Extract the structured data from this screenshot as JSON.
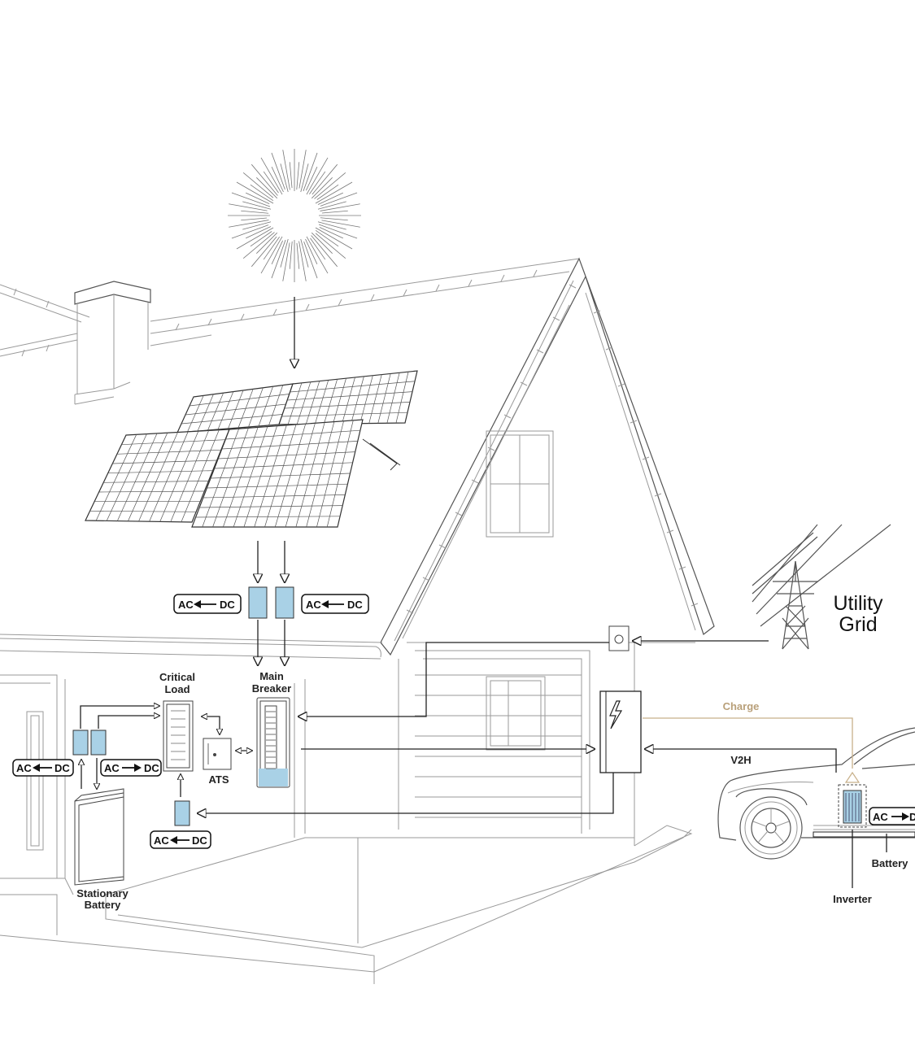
{
  "labels": {
    "utility_grid_line1": "Utility",
    "utility_grid_line2": "Grid",
    "critical_load_line1": "Critical",
    "critical_load_line2": "Load",
    "main_breaker_line1": "Main",
    "main_breaker_line2": "Breaker",
    "ats": "ATS",
    "stationary_battery_line1": "Stationary",
    "stationary_battery_line2": "Battery",
    "charge": "Charge",
    "v2h": "V2H",
    "battery": "Battery",
    "inverter": "Inverter"
  },
  "converters": {
    "solar_left": {
      "left": "AC",
      "right": "DC",
      "direction": "dc-to-ac"
    },
    "solar_right": {
      "left": "AC",
      "right": "DC",
      "direction": "dc-to-ac"
    },
    "battery_left": {
      "left": "AC",
      "right": "DC",
      "direction": "dc-to-ac"
    },
    "battery_right": {
      "left": "AC",
      "right": "DC",
      "direction": "ac-to-dc"
    },
    "garage": {
      "left": "AC",
      "right": "DC",
      "direction": "dc-to-ac"
    },
    "car": {
      "left": "AC",
      "right": "D",
      "direction": "ac-to-dc"
    }
  },
  "colors": {
    "converter_fill": "#a9d1e6",
    "charge_line": "#c8b08a",
    "line": "#222222"
  }
}
